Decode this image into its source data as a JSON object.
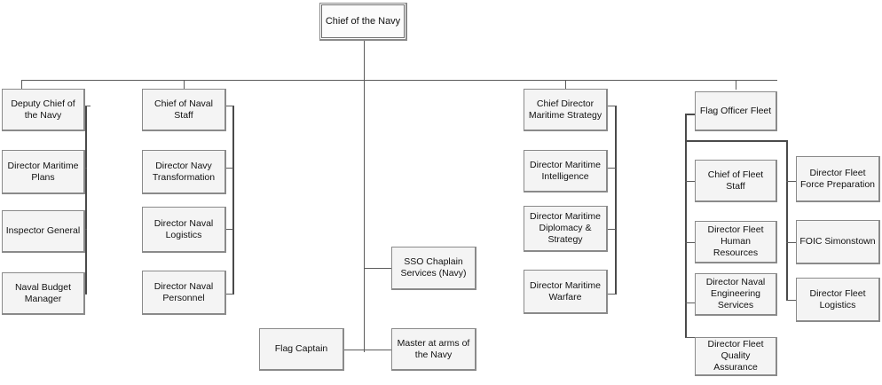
{
  "diagram": {
    "title": "Chief of the Navy organisational chart",
    "box_fill": "#f4f4f4",
    "box_border": "#8a8a8a",
    "connector_color": "#5b5b5b",
    "background": "#ffffff"
  },
  "nodes": {
    "root": {
      "label": "Chief of the Navy"
    },
    "deputy_chief": {
      "label": "Deputy Chief of the Navy"
    },
    "director_maritime_plans": {
      "label": "Director Maritime Plans"
    },
    "inspector_general": {
      "label": "Inspector General"
    },
    "naval_budget_manager": {
      "label": "Naval Budget Manager"
    },
    "chief_naval_staff": {
      "label": "Chief of Naval Staff"
    },
    "director_navy_transformation": {
      "label": "Director Navy Transformation"
    },
    "director_naval_logistics": {
      "label": "Director Naval Logistics"
    },
    "director_naval_personnel": {
      "label": "Director Naval Personnel"
    },
    "sso_chaplain": {
      "label": "SSO Chaplain Services (Navy)"
    },
    "flag_captain": {
      "label": "Flag Captain"
    },
    "master_at_arms": {
      "label": "Master at arms of the Navy"
    },
    "chief_director_maritime_strategy": {
      "label": "Chief Director Maritime Strategy"
    },
    "director_maritime_intelligence": {
      "label": "Director Maritime Intelligence"
    },
    "director_maritime_diplomacy": {
      "label": "Director Maritime Diplomacy & Strategy"
    },
    "director_maritime_warfare": {
      "label": "Director Maritime Warfare"
    },
    "flag_officer_fleet": {
      "label": "Flag Officer Fleet"
    },
    "chief_fleet_staff": {
      "label": "Chief of Fleet Staff"
    },
    "director_fleet_hr": {
      "label": "Director Fleet Human Resources"
    },
    "director_naval_engineering": {
      "label": "Director Naval Engineering Services"
    },
    "director_fleet_quality": {
      "label": "Director Fleet Quality Assurance"
    },
    "director_fleet_force_prep": {
      "label": "Director Fleet Force Preparation"
    },
    "foic_simonstown": {
      "label": "FOIC Simonstown"
    },
    "director_fleet_logistics": {
      "label": "Director Fleet Logistics"
    }
  }
}
